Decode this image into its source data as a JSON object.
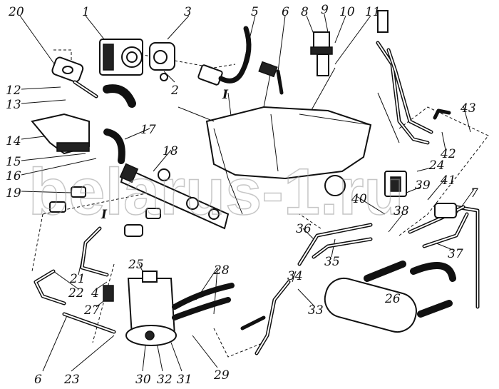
{
  "diagram": {
    "watermark": "belarus-1.ru",
    "labels": [
      "20",
      "1",
      "3",
      "5",
      "6",
      "8",
      "9",
      "10",
      "11",
      "12",
      "13",
      "2",
      "I",
      "14",
      "17",
      "15",
      "16",
      "18",
      "19",
      "I",
      "21",
      "22",
      "4",
      "27",
      "25",
      "28",
      "6",
      "23",
      "30",
      "32",
      "31",
      "29",
      "34",
      "33",
      "36",
      "35",
      "26",
      "37",
      "38",
      "40",
      "39",
      "41",
      "24",
      "42",
      "43",
      "7"
    ]
  }
}
